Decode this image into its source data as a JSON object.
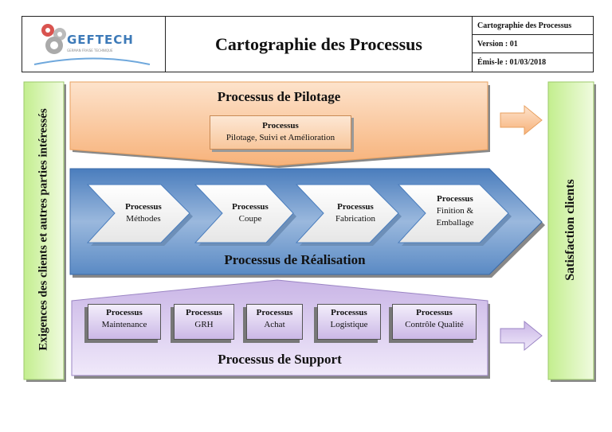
{
  "header": {
    "logo": {
      "brand": "GEFTECH",
      "tagline": "GERMAN FRAISE TECHNIQUE"
    },
    "title": "Cartographie des Processus",
    "info": [
      "Cartographie des Processus",
      "Version : 01",
      "Émis-le : 01/03/2018"
    ]
  },
  "left_label": "Exigences des clients et autres parties intéressés",
  "right_label": "Satisfaction clients",
  "pilotage": {
    "title": "Processus de Pilotage",
    "box": {
      "head": "Processus",
      "name": "Pilotage, Suivi et Amélioration"
    }
  },
  "realisation": {
    "title": "Processus de Réalisation",
    "steps": [
      {
        "head": "Processus",
        "name": "Méthodes"
      },
      {
        "head": "Processus",
        "name": "Coupe"
      },
      {
        "head": "Processus",
        "name": "Fabrication"
      },
      {
        "head": "Processus",
        "name": "Finition & Emballage"
      }
    ]
  },
  "support": {
    "title": "Processus de Support",
    "boxes": [
      {
        "head": "Processus",
        "name": "Maintenance"
      },
      {
        "head": "Processus",
        "name": "GRH"
      },
      {
        "head": "Processus",
        "name": "Achat"
      },
      {
        "head": "Processus",
        "name": "Logistique"
      },
      {
        "head": "Processus",
        "name": "Contrôle Qualité"
      }
    ]
  },
  "colors": {
    "pilotage": "#f9c08e",
    "realisation": "#4f81bd",
    "support": "#ddd0f0",
    "side": "#d6f5a8"
  }
}
